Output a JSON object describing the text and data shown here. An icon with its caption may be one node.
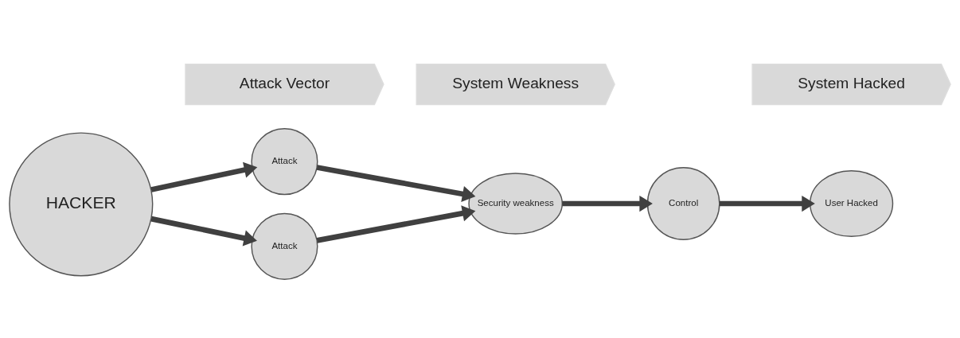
{
  "diagram": {
    "nodes": [
      {
        "text": [
          "HACKER"
        ]
      },
      {
        "text": [
          "Attack"
        ]
      },
      {
        "text": [
          "Attack"
        ]
      },
      {
        "text": [
          "Security weakness"
        ]
      },
      {
        "text": [
          "Control"
        ]
      },
      {
        "text": [
          "User Hacked"
        ]
      },
      {
        "text": [
          "Attack Vector"
        ]
      },
      {
        "text": [
          "System Weakness"
        ]
      },
      {
        "text": [
          "System Hacked"
        ]
      }
    ],
    "edges": [
      {
        "from": 0,
        "to": 1,
        "arrow": "to"
      },
      {
        "from": 0,
        "to": 2,
        "arrow": "to"
      },
      {
        "from": 1,
        "to": 3,
        "arrow": "to"
      },
      {
        "from": 2,
        "to": 3,
        "arrow": "to"
      },
      {
        "from": 3,
        "to": 4,
        "arrow": "to"
      },
      {
        "from": 4,
        "to": 5,
        "arrow": "to"
      }
    ]
  }
}
